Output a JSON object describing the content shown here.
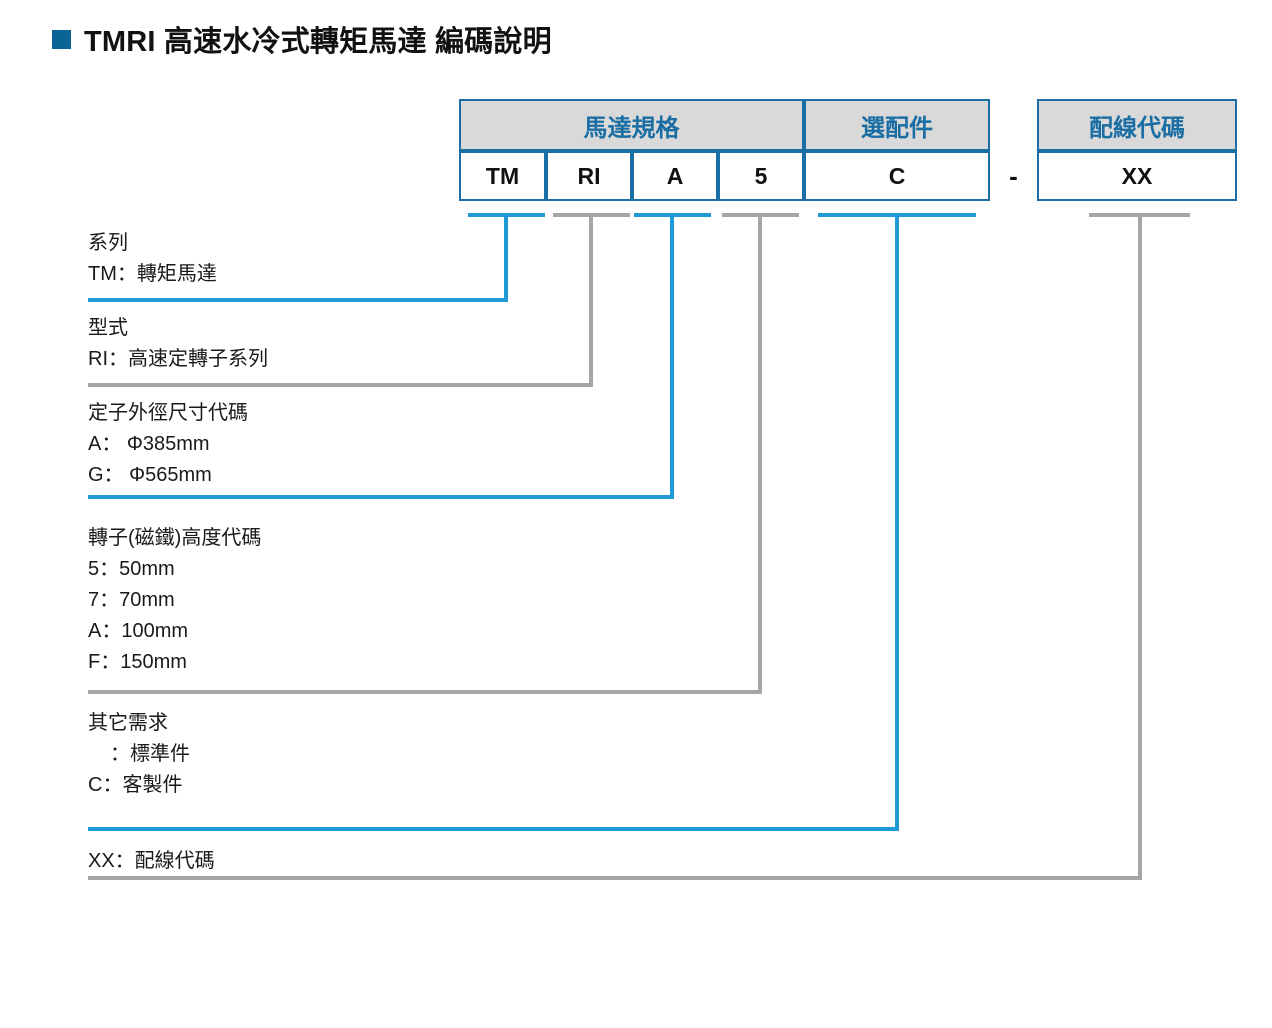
{
  "title": {
    "text": "TMRI 高速水冷式轉矩馬達 編碼說明",
    "bullet_color": "#0b6496"
  },
  "colors": {
    "table_border": "#1b6ea4",
    "header_fill": "#d9d9d9",
    "header_text": "#1b6ea4",
    "leader_blue": "#1f9ad6",
    "leader_gray": "#a6a6a6"
  },
  "code_table": {
    "groups": [
      {
        "label": "馬達規格",
        "span": 4
      },
      {
        "label": "選配件",
        "span": 1
      },
      {
        "label": "配線代碼",
        "span": 1
      }
    ],
    "separator": "-",
    "cells": [
      {
        "value": "TM",
        "leader": "blue"
      },
      {
        "value": "RI",
        "leader": "gray"
      },
      {
        "value": "A",
        "leader": "blue"
      },
      {
        "value": "5",
        "leader": "gray"
      },
      {
        "value": "C",
        "leader": "blue"
      },
      {
        "value": "XX",
        "leader": "gray"
      }
    ]
  },
  "legend": [
    {
      "heading": "系列",
      "entries": [
        "TM：轉矩馬達"
      ],
      "rule": "blue"
    },
    {
      "heading": "型式",
      "entries": [
        "RI：高速定轉子系列"
      ],
      "rule": "gray"
    },
    {
      "heading": "定子外徑尺寸代碼",
      "entries": [
        "A： Φ385mm",
        "G： Φ565mm"
      ],
      "rule": "blue"
    },
    {
      "heading": "轉子(磁鐵)高度代碼",
      "entries": [
        "5：50mm",
        "7：70mm",
        "A：100mm",
        "F：150mm"
      ],
      "rule": "gray"
    },
    {
      "heading": "其它需求",
      "entries": [
        "：標準件",
        "C：客製件"
      ],
      "rule": "blue"
    },
    {
      "heading": "",
      "entries": [
        "XX：配線代碼"
      ],
      "rule": "gray"
    }
  ]
}
